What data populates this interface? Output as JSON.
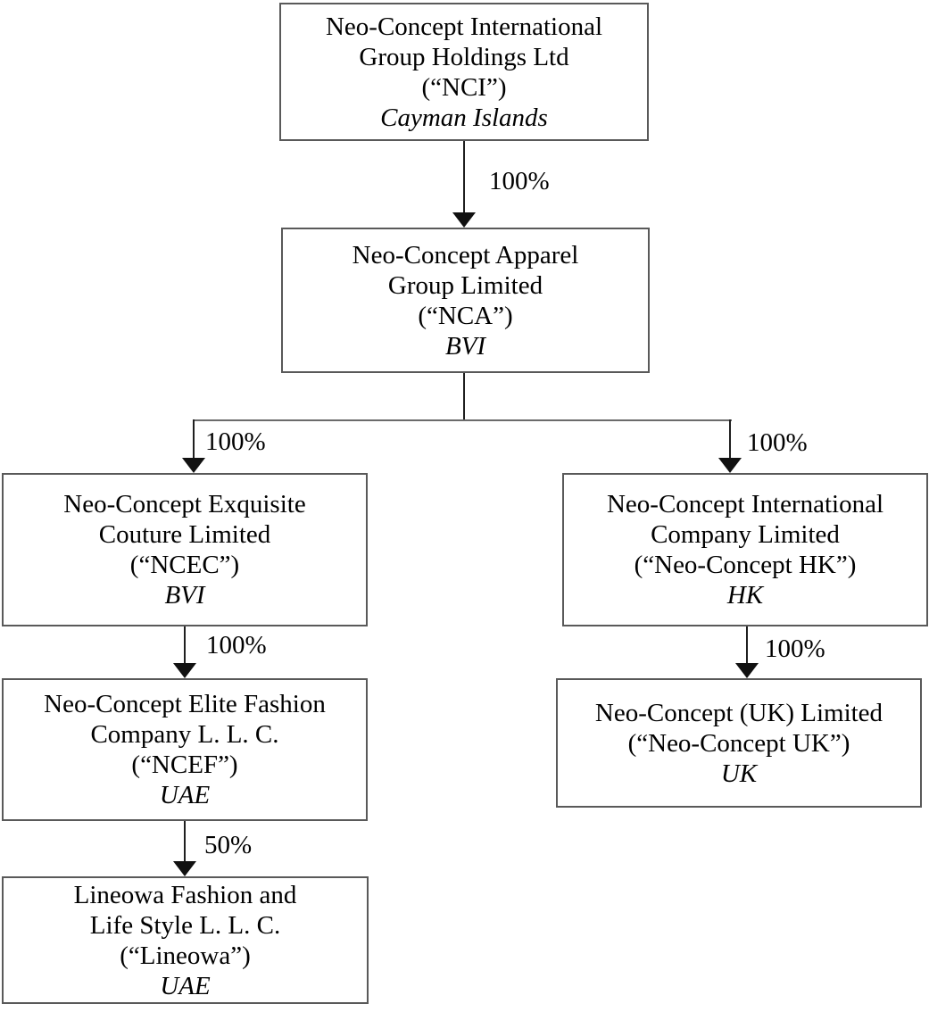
{
  "title": "Corporate structure chart",
  "colors": {
    "background": "#ffffff",
    "box_border": "#595959",
    "connector_line": "#1f1f1f",
    "arrow": "#111111",
    "text": "#000000"
  },
  "nodes": [
    {
      "id": "NCI",
      "lines": [
        "Neo-Concept International",
        "Group Holdings Ltd",
        "(“NCI”)"
      ],
      "jurisdiction": "Cayman Islands"
    },
    {
      "id": "NCA",
      "lines": [
        "Neo-Concept Apparel",
        "Group Limited",
        "(“NCA”)"
      ],
      "jurisdiction": "BVI"
    },
    {
      "id": "NCEC",
      "lines": [
        "Neo-Concept Exquisite",
        "Couture Limited",
        "(“NCEC”)"
      ],
      "jurisdiction": "BVI"
    },
    {
      "id": "Neo-Concept HK",
      "lines": [
        "Neo-Concept International",
        "Company Limited",
        "(“Neo-Concept HK”)"
      ],
      "jurisdiction": "HK"
    },
    {
      "id": "NCEF",
      "lines": [
        "Neo-Concept Elite Fashion",
        "Company L. L. C.",
        "(“NCEF”)"
      ],
      "jurisdiction": "UAE"
    },
    {
      "id": "Neo-Concept UK",
      "lines": [
        "Neo-Concept (UK) Limited",
        "(“Neo-Concept UK”)"
      ],
      "jurisdiction": "UK"
    },
    {
      "id": "Lineowa",
      "lines": [
        "Lineowa Fashion and",
        "Life Style L. L. C.",
        "(“Lineowa”)"
      ],
      "jurisdiction": "UAE"
    }
  ],
  "edges": [
    {
      "from": "NCI",
      "to": "NCA",
      "label": "100%"
    },
    {
      "from": "NCA",
      "to": "NCEC",
      "label": "100%"
    },
    {
      "from": "NCA",
      "to": "Neo-Concept HK",
      "label": "100%"
    },
    {
      "from": "NCEC",
      "to": "NCEF",
      "label": "100%"
    },
    {
      "from": "Neo-Concept HK",
      "to": "Neo-Concept UK",
      "label": "100%"
    },
    {
      "from": "NCEF",
      "to": "Lineowa",
      "label": "50%"
    }
  ]
}
